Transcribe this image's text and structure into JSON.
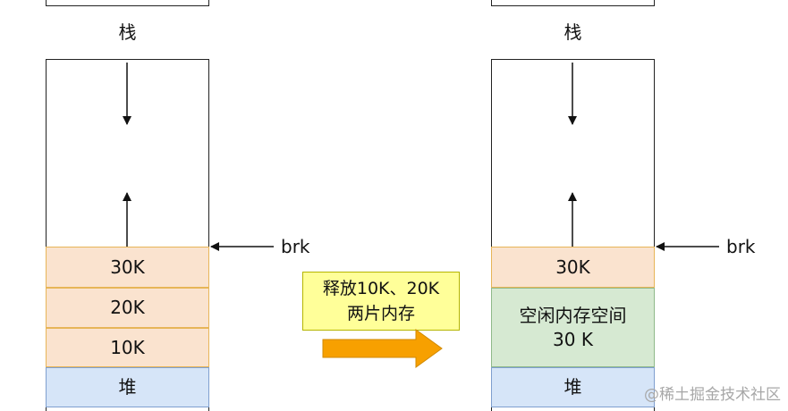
{
  "before": {
    "stack_label": "栈",
    "blocks": [
      "30K",
      "20K",
      "10K"
    ],
    "heap_label": "堆",
    "brk_label": "brk"
  },
  "transition": {
    "line1": "释放10K、20K",
    "line2": "两片内存"
  },
  "after": {
    "stack_label": "栈",
    "blocks": [
      "30K"
    ],
    "free_line1": "空闲内存空间",
    "free_line2": "30 K",
    "heap_label": "堆",
    "brk_label": "brk"
  },
  "watermark": "@稀土掘金技术社区",
  "colors": {
    "allocated": "#fae3cf",
    "free": "#d6e9d2",
    "heap": "#d6e5f8",
    "note": "#ffff99",
    "arrow": "#f7a000"
  }
}
